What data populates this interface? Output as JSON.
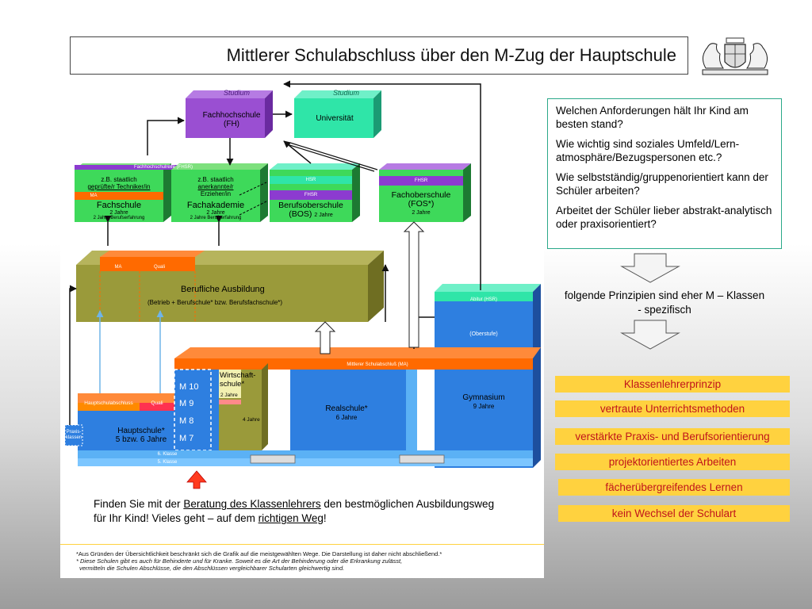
{
  "title": "Mittlerer Schulabschluss über den M-Zug der Hauptschule",
  "diagram": {
    "studium_1": "Studium",
    "studium_2": "Studium",
    "fh": {
      "name": "Fachhochschule",
      "abbr": "(FH)"
    },
    "universitaet": "Universität",
    "fhsr_top": "Fachhochschulreife (FHSR)",
    "fachschule": {
      "line1": "z.B. staatlich",
      "line2": "geprüfte/r Techniker/in",
      "ma": "MA",
      "name": "Fachschule",
      "years": "2 Jahre",
      "note": "2 Jahre Berufserfahrung"
    },
    "fachakademie": {
      "line1": "z.B. staatlich",
      "line2": "anerkannte/r",
      "line3": "Erzieher/in",
      "name": "Fachakademie",
      "years": "2 Jahre",
      "note": "2 Jahre Berufserfahrung"
    },
    "bos": {
      "hsr": "HSR",
      "fhsr": "FHSR",
      "name": "Berufsoberschule",
      "abbr": "(BOS)",
      "years": "2 Jahre"
    },
    "fos": {
      "fhsr": "FHSR",
      "name": "Fachoberschule",
      "abbr": "(FOS*)",
      "years": "2 Jahre"
    },
    "ausbildung": {
      "ma": "MA",
      "quali": "Quali",
      "name": "Berufliche Ausbildung",
      "detail": "(Betrieb + Berufschule* bzw. Berufsfachschule*)"
    },
    "abitur": "Abitur (HSR)",
    "oberstufe": "(Oberstufe)",
    "msa": "Mittlerer Schulabschluß (MA)",
    "hauptschulabschluss": "Hauptschulabschluss",
    "quali": "Quali",
    "hauptschule": {
      "name": "Hauptschule*",
      "years": "5 bzw. 6 Jahre"
    },
    "praxisklassen": "Praxis-klassen",
    "m_classes": [
      "M 10",
      "M 9",
      "M 8",
      "M 7"
    ],
    "wirtschaftsschule": {
      "name": "Wirtschaft-schule*",
      "y2": "2 Jahre",
      "y4": "4 Jahre"
    },
    "realschule": {
      "name": "Realschule*",
      "years": "6 Jahre"
    },
    "gymnasium": {
      "name": "Gymnasium",
      "years": "9 Jahre"
    },
    "klasse6": "6. Klasse",
    "klasse5": "5. Klasse"
  },
  "bottom_note": {
    "part1": "Finden Sie mit der ",
    "link1": "Beratung des Klassenlehrers",
    "part2": " den bestmöglichen Ausbildungsweg für Ihr Kind! Vieles geht – auf dem ",
    "link2": "richtigen Weg",
    "part3": "!"
  },
  "footnote1": "*Aus Gründen der Übersichtlichkeit beschränkt sich die Grafik auf die meistgewählten Wege. Die Darstellung ist daher nicht abschließend.*",
  "footnote2": "* Diese Schulen gibt es auch für Behinderte und für Kranke. Soweit es die Art der Behinderung oder die Erkrankung zulässt,",
  "footnote3": "vermitteln die Schulen Abschlüsse, die den Abschlüssen vergleichbarer Schularten gleichwertig sind.",
  "questions": [
    "Welchen Anforderungen hält Ihr Kind am besten stand?",
    "Wie wichtig sind soziales Umfeld/Lern-atmosphäre/Bezugspersonen etc.?",
    "Wie selbstständig/gruppenorientiert kann der Schüler arbeiten?",
    "Arbeitet der Schüler lieber abstrakt-analytisch oder praxisorientiert?"
  ],
  "principles_note": "folgende Prinzipien sind eher M – Klassen - spezifisch",
  "principles": [
    "Klassenlehrerprinzip",
    "vertraute Unterrichtsmethoden",
    "verstärkte Praxis- und Berufsorientierung",
    "projektorientiertes Arbeiten",
    "fächerübergreifendes Lernen",
    "kein Wechsel der Schulart"
  ],
  "colors": {
    "tag_bg": "#ffd23f",
    "tag_text": "#c0141b",
    "orange": "#ff6a00",
    "blue": "#2e7fe0",
    "olive": "#9a9a3a"
  }
}
